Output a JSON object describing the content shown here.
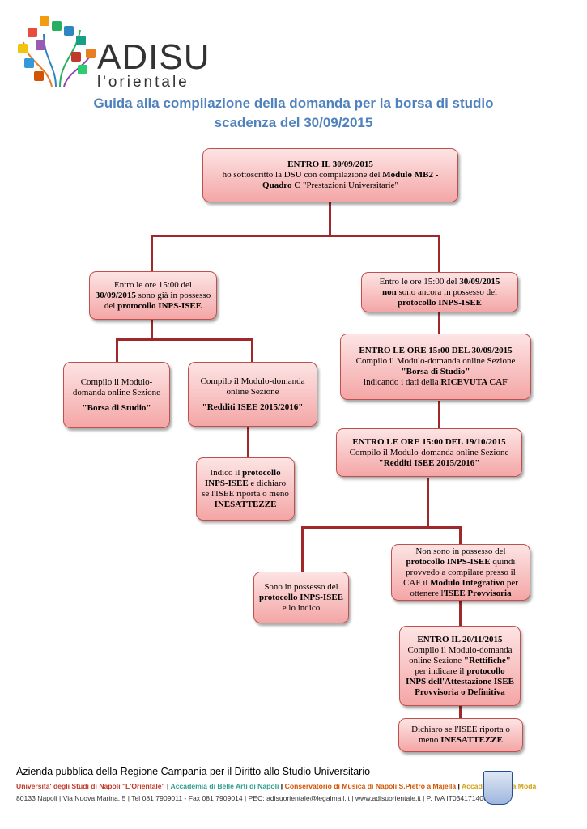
{
  "logo": {
    "name": "ADISU",
    "sub": "l'orientale"
  },
  "title": {
    "line1": "Guida alla compilazione della domanda per la borsa di studio",
    "line2": "scadenza del 30/09/2015"
  },
  "boxes": {
    "b1": {
      "head": "ENTRO IL 30/09/2015",
      "t1": "ho sottoscritto la DSU con compilazione del ",
      "b1": "Modulo MB2 - Quadro C",
      "t2": " \"Prestazioni Universitarie\""
    },
    "left": {
      "t1": "Entro le ore 15:00 del ",
      "b1": "30/09/2015",
      "t2": " sono già in possesso del ",
      "b2": "protocollo INPS-ISEE"
    },
    "right": {
      "t1": "Entro le ore 15:00 del ",
      "b1": "30/09/2015",
      "b2": "non",
      "t2": " sono ancora in possesso del ",
      "b3": "protocollo INPS-ISEE"
    },
    "ll": {
      "t1": "Compilo il Modulo-domanda online Sezione",
      "b1": "\"Borsa di Studio\""
    },
    "lr": {
      "t1": "Compilo il Modulo-domanda online Sezione",
      "b1": "\"Redditi ISEE 2015/2016\""
    },
    "lr2": {
      "t1": "Indico il ",
      "b1": "protocollo INPS-ISEE",
      "t2": " e dichiaro se l'ISEE riporta o meno",
      "b2": "INESATTEZZE"
    },
    "r2": {
      "head": "ENTRO LE ORE 15:00 DEL 30/09/2015",
      "t1": "Compilo il Modulo-domanda online Sezione",
      "b1": "\"Borsa di Studio\"",
      "t2": "indicando i dati della ",
      "b2": "RICEVUTA CAF"
    },
    "r3": {
      "head": "ENTRO LE ORE 15:00 DEL 19/10/2015",
      "t1": "Compilo il Modulo-domanda online Sezione",
      "b1": "\"Redditi ISEE 2015/2016\""
    },
    "r4l": {
      "t1": "Sono in possesso del ",
      "b1": "protocollo INPS-ISEE",
      "t2": " e lo indico"
    },
    "r4r": {
      "t1": "Non sono in possesso del ",
      "b1": "protocollo INPS-ISEE",
      "t2": " quindi provvedo a compilare presso il CAF il ",
      "b2": "Modulo Integrativo",
      "t3": " per ottenere l'",
      "b3": "ISEE Provvisoria"
    },
    "r5": {
      "head": "ENTRO IL 20/11/2015",
      "t1": "Compilo il Modulo-domanda online Sezione ",
      "b1": "\"Rettifiche\"",
      "t2": " per indicare il ",
      "b2": "protocollo INPS dell'Attestazione ISEE Provvisoria o Definitiva"
    },
    "r6": {
      "t1": "Dichiaro se l'ISEE riporta o meno ",
      "b1": "INESATTEZZE"
    }
  },
  "footer": {
    "line1": "Azienda pubblica della Regione Campania per il Diritto allo Studio Universitario",
    "uni": "Universita' degli Studi di Napoli \"L'Orientale\"",
    "acc1": "Accademia di Belle Arti di Napoli",
    "cons": "Conservatorio di Musica di Napoli S.Pietro a Majella",
    "acc2": "Accademia della Moda",
    "sep": " | ",
    "line3": "80133 Napoli | Via Nuova Marina, 5 | Tel 081 7909011 - Fax 081 7909014 | PEC: adisuorientale@legalmail.it | www.adisuorientale.it | P. IVA IT03417140633"
  },
  "colors": {
    "title": "#4f81bd",
    "line": "#a0282a",
    "box_border": "#c0504d",
    "uni": "#c0392b",
    "acc1": "#2e9e8f",
    "cons": "#d35400",
    "acc2": "#d4a017"
  }
}
